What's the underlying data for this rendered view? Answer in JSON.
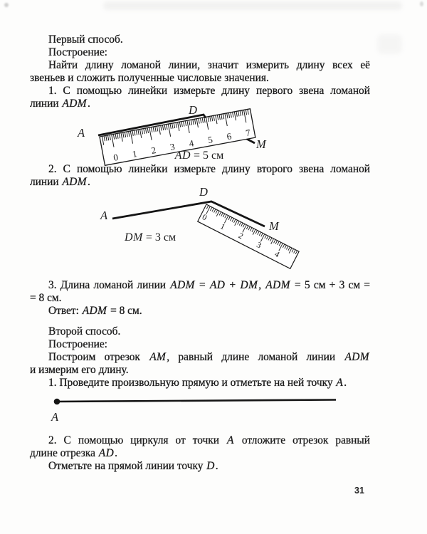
{
  "page": {
    "number": "31"
  },
  "text_blocks": {
    "a": [
      {
        "indent": true,
        "parts": [
          {
            "t": "Первый способ."
          }
        ]
      },
      {
        "indent": true,
        "parts": [
          {
            "t": "Построение:"
          }
        ]
      },
      {
        "indent": true,
        "fill": true,
        "parts": [
          {
            "t": "Найти длину ломаной линии, значит измерить длину всех её"
          }
        ]
      },
      {
        "parts": [
          {
            "t": "звеньев и сложить полученные числовые значения."
          }
        ]
      },
      {
        "indent": true,
        "fill": true,
        "parts": [
          {
            "t": "1. С помощью линейки измерьте длину первого звена ломаной"
          }
        ]
      },
      {
        "parts": [
          {
            "t": "линии "
          },
          {
            "t": "ADM",
            "i": true
          },
          {
            "t": "."
          }
        ]
      }
    ],
    "b": [
      {
        "indent": true,
        "fill": true,
        "parts": [
          {
            "t": "2. С помощью линейки измерьте длину второго звена ломаной"
          }
        ]
      },
      {
        "parts": [
          {
            "t": "линии "
          },
          {
            "t": "ADM",
            "i": true
          },
          {
            "t": "."
          }
        ]
      }
    ],
    "c": [
      {
        "indent": true,
        "fill": true,
        "parts": [
          {
            "t": "3. Длина ломаной линии "
          },
          {
            "t": "ADM",
            "i": true
          },
          {
            "t": " = "
          },
          {
            "t": "AD",
            "i": true
          },
          {
            "t": " + "
          },
          {
            "t": "DM",
            "i": true
          },
          {
            "t": ", "
          },
          {
            "t": "ADM",
            "i": true
          },
          {
            "t": " = 5 см + 3 см ="
          }
        ]
      },
      {
        "parts": [
          {
            "t": "= 8 см."
          }
        ]
      },
      {
        "indent": true,
        "parts": [
          {
            "t": "Ответ: "
          },
          {
            "t": "ADM",
            "i": true
          },
          {
            "t": " = 8 см."
          }
        ]
      },
      {
        "indent": true,
        "gap": true,
        "parts": [
          {
            "t": "Второй способ."
          }
        ]
      },
      {
        "indent": true,
        "parts": [
          {
            "t": "Построение:"
          }
        ]
      },
      {
        "indent": true,
        "fill": true,
        "parts": [
          {
            "t": "Построим отрезок "
          },
          {
            "t": "AM",
            "i": true
          },
          {
            "t": ", равный длине ломаной линии "
          },
          {
            "t": "ADM",
            "i": true
          }
        ]
      },
      {
        "parts": [
          {
            "t": "и измерим его длину."
          }
        ]
      },
      {
        "indent": true,
        "parts": [
          {
            "t": "1. Проведите произвольную прямую и отметьте на ней точку "
          },
          {
            "t": "A",
            "i": true
          },
          {
            "t": "."
          }
        ]
      }
    ],
    "d": [
      {
        "indent": true,
        "fill": true,
        "parts": [
          {
            "t": "2. С помощью циркуля от точки "
          },
          {
            "t": "A",
            "i": true
          },
          {
            "t": " отложите отрезок равный"
          }
        ]
      },
      {
        "parts": [
          {
            "t": "длине отрезка "
          },
          {
            "t": "AD",
            "i": true
          },
          {
            "t": "."
          }
        ]
      },
      {
        "indent": true,
        "parts": [
          {
            "t": "Отметьте на прямой линии точку "
          },
          {
            "t": "D",
            "i": true
          },
          {
            "t": "."
          }
        ]
      }
    ]
  },
  "diagram1": {
    "point_a": "A",
    "point_d": "D",
    "point_m": "M",
    "ruler_numbers": [
      "0",
      "1",
      "2",
      "3",
      "4",
      "5",
      "6",
      "7"
    ],
    "caption": {
      "var": "AD",
      "rest": " = 5 см"
    }
  },
  "diagram2": {
    "point_a": "A",
    "point_d": "D",
    "point_m": "M",
    "ruler_numbers": [
      "0",
      "1",
      "2",
      "3",
      "4"
    ],
    "caption": {
      "var": "DM",
      "rest": " = 3 см"
    }
  },
  "line_diagram": {
    "point_a": "A"
  }
}
